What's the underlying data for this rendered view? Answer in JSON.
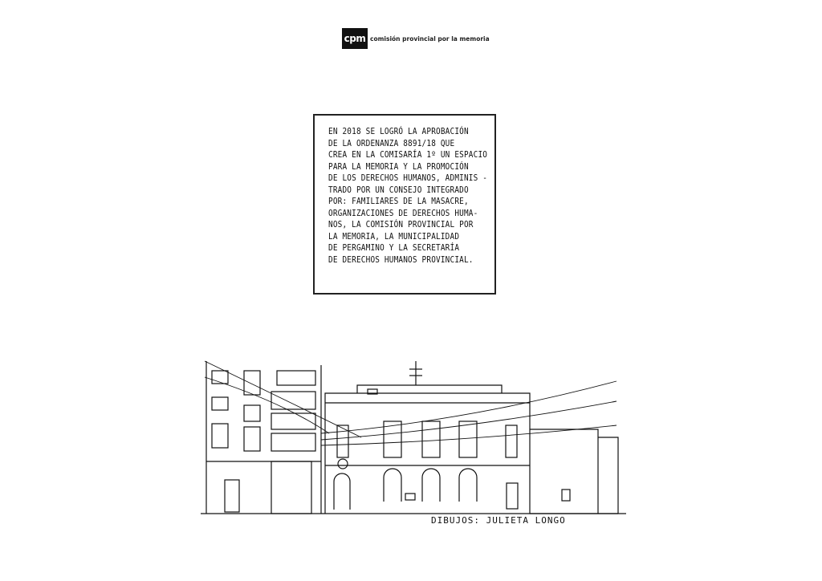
{
  "logo": {
    "mark": "cpm",
    "name": "comisión provincial por la memoria"
  },
  "panel": {
    "lines": [
      "EN 2018 SE LOGRÓ LA APROBACIÓN",
      "DE LA ORDENANZA 8891/18 QUE",
      "CREA EN LA COMISARÍA 1º UN ESPACIO",
      "PARA LA MEMORIA Y LA PROMOCIÓN",
      "DE LOS DERECHOS HUMANOS, ADMINIS -",
      "TRADO POR UN CONSEJO INTEGRADO",
      "POR: FAMILIARES DE LA MASACRE,",
      "ORGANIZACIONES DE DERECHOS HUMA-",
      "NOS, LA COMISIÓN PROVINCIAL POR",
      "LA MEMORIA, LA MUNICIPALIDAD",
      "DE PERGAMINO Y LA SECRETARÍA",
      "DE DERECHOS HUMANOS PROVINCIAL."
    ]
  },
  "credit": "DIBUJOS: JULIETA LONGO"
}
